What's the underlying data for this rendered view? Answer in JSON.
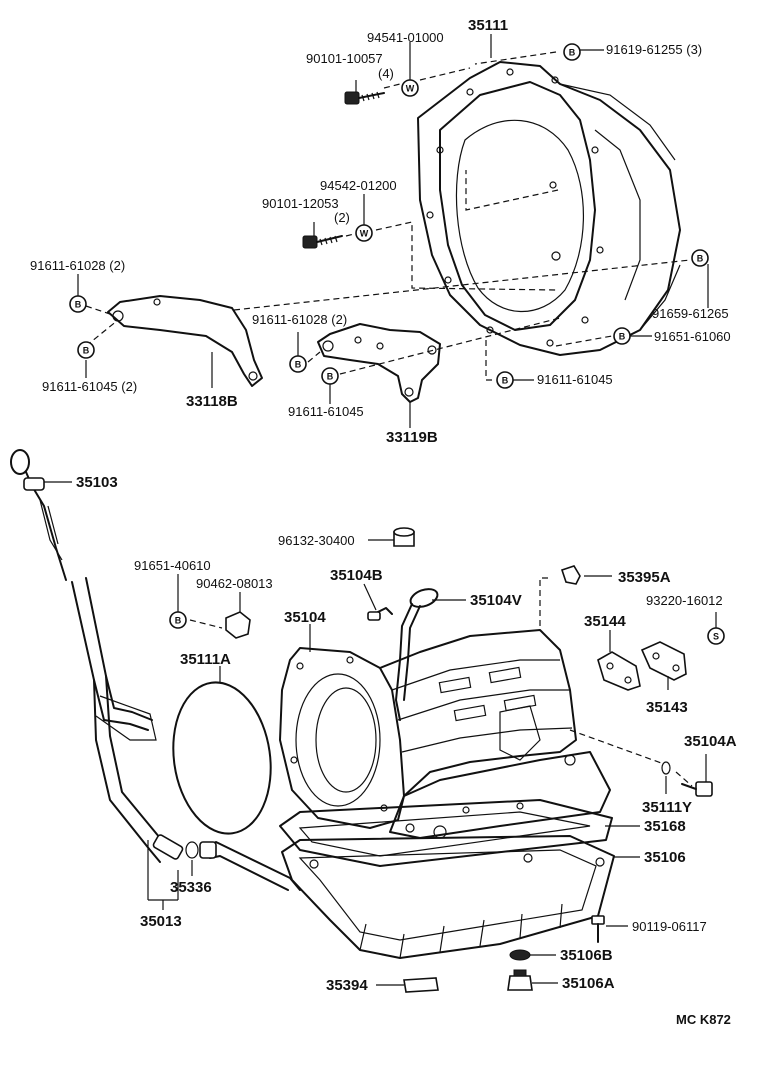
{
  "labels": {
    "p94541": "94541-01000",
    "p35111": "35111",
    "p90101_10057": "90101-10057",
    "p90101_10057_qty": "(4)",
    "p91619": "91619-61255 (3)",
    "p94542": "94542-01200",
    "p90101_12053": "90101-12053",
    "p90101_12053_qty": "(2)",
    "p91611_61028_a": "91611-61028 (2)",
    "p91611_61028_b": "91611-61028 (2)",
    "p91659": "91659-61265",
    "p91651_61060": "91651-61060",
    "p91611_61045_a": "91611-61045 (2)",
    "p33118B": "33118B",
    "p91611_61045_b": "91611-61045",
    "p91611_61045_c": "91611-61045",
    "p33119B": "33119B",
    "p35103": "35103",
    "p96132": "96132-30400",
    "p35104B": "35104B",
    "p35104V": "35104V",
    "p35395A": "35395A",
    "p91651_40610": "91651-40610",
    "p90462": "90462-08013",
    "p35104": "35104",
    "p35144": "35144",
    "p93220": "93220-16012",
    "p35111A": "35111A",
    "p35143": "35143",
    "p35104A": "35104A",
    "p35111Y": "35111Y",
    "p35168": "35168",
    "p35106": "35106",
    "p35336": "35336",
    "p35013": "35013",
    "p90119": "90119-06117",
    "p35106B": "35106B",
    "p35394": "35394",
    "p35106A": "35106A",
    "footer": "MC  K872"
  },
  "symbols": {
    "washer": "W",
    "bolt": "B",
    "stud": "S"
  }
}
